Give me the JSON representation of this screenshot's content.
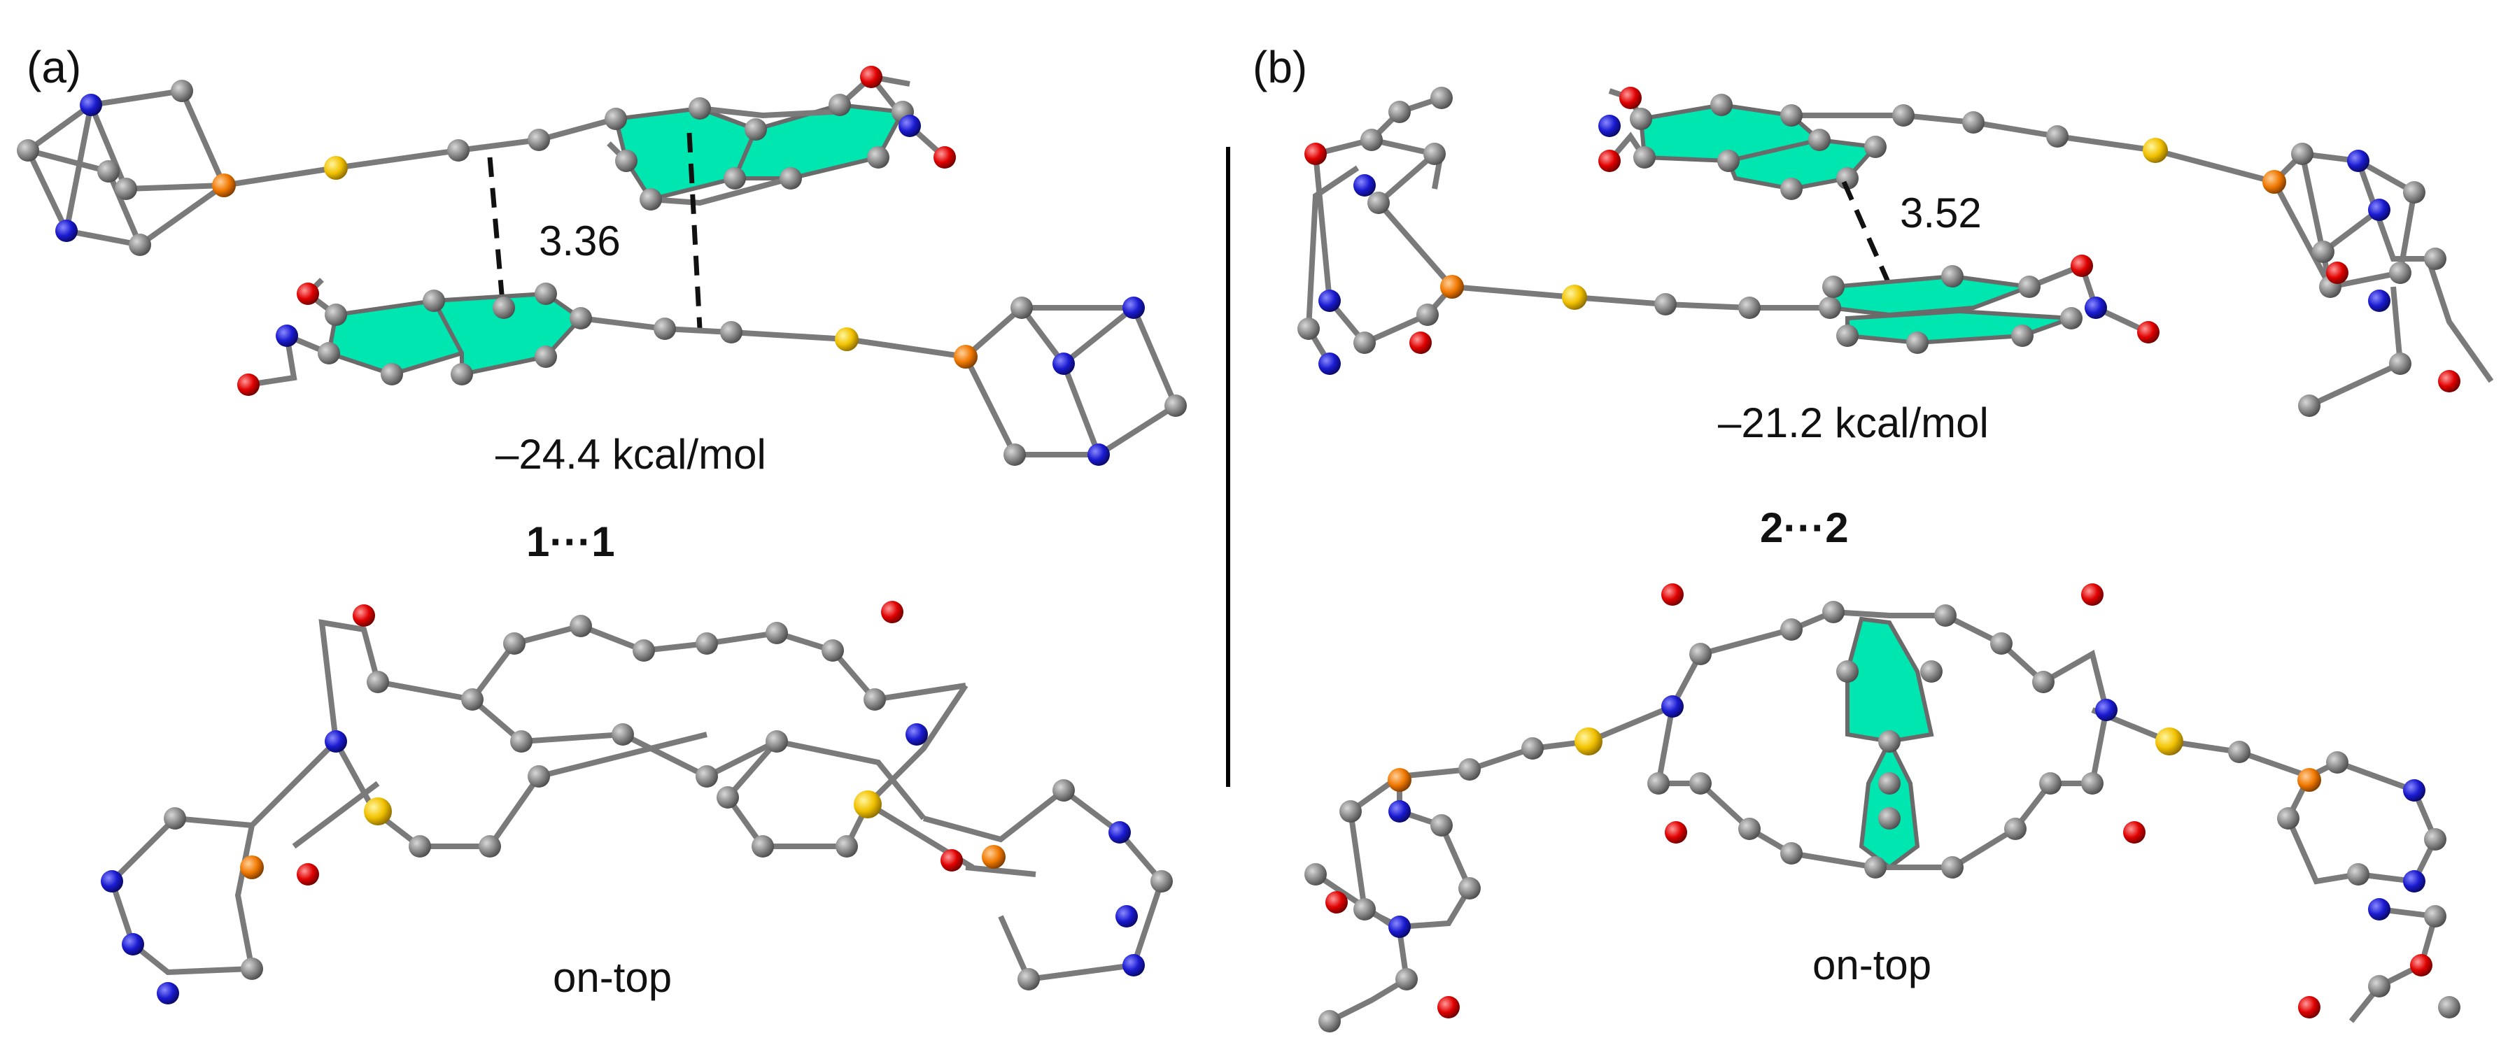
{
  "panels": {
    "a": {
      "label": "(a)",
      "distance": "3.36",
      "energy": "–24.4 kcal/mol",
      "dimer_name": "1···1",
      "view_label": "on-top"
    },
    "b": {
      "label": "(b)",
      "distance": "3.52",
      "energy": "–21.2 kcal/mol",
      "dimer_name": "2···2",
      "view_label": "on-top"
    }
  },
  "colors": {
    "carbon": "#808080",
    "nitrogen": "#1a1ad0",
    "oxygen": "#e00000",
    "sulfur": "#f2c200",
    "phosphorus": "#f07800",
    "ring_fill": "#00e6b0",
    "bond": "#7a7a7a"
  }
}
